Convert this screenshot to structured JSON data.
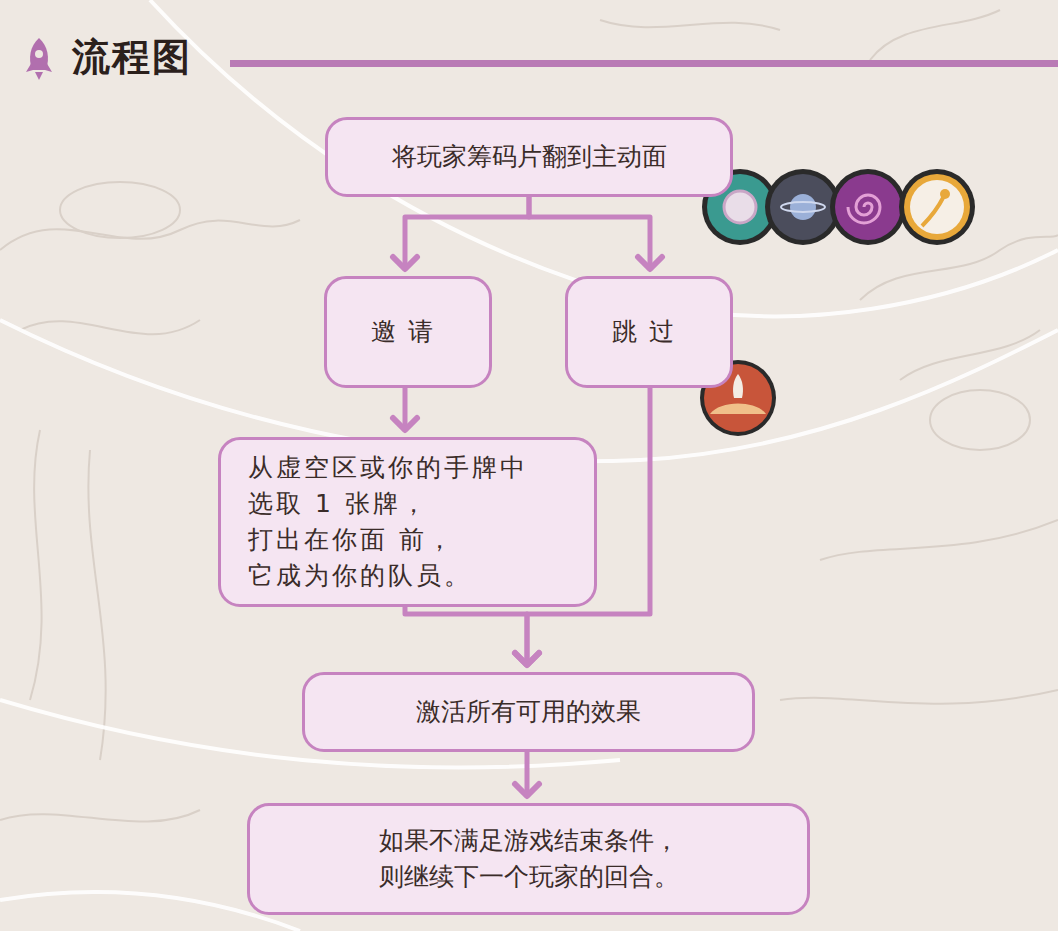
{
  "diagram": {
    "title": "流程图",
    "nodes": [
      {
        "text": [
          "将玩家筹码片翻到主动面"
        ]
      },
      {
        "text": [
          "邀请"
        ]
      },
      {
        "text": [
          "跳过"
        ]
      },
      {
        "text": [
          "从虚空区或你的手牌中 选取 1 张牌，打出在你面 前，它成为你的队员。"
        ]
      },
      {
        "text": [
          "激活所有可用的效果"
        ]
      },
      {
        "text": [
          "如果不满足游戏结束条件， 则继续下一个玩家的回合。"
        ]
      }
    ],
    "edges": [
      {
        "from": 0,
        "to": 1,
        "arrow": "to"
      },
      {
        "from": 0,
        "to": 2,
        "arrow": "to"
      },
      {
        "from": 1,
        "to": 3,
        "arrow": "to"
      },
      {
        "from": 3,
        "to": 4,
        "arrow": "to"
      },
      {
        "from": 2,
        "to": 4,
        "arrow": "to"
      },
      {
        "from": 4,
        "to": 5,
        "arrow": "to"
      }
    ]
  }
}
